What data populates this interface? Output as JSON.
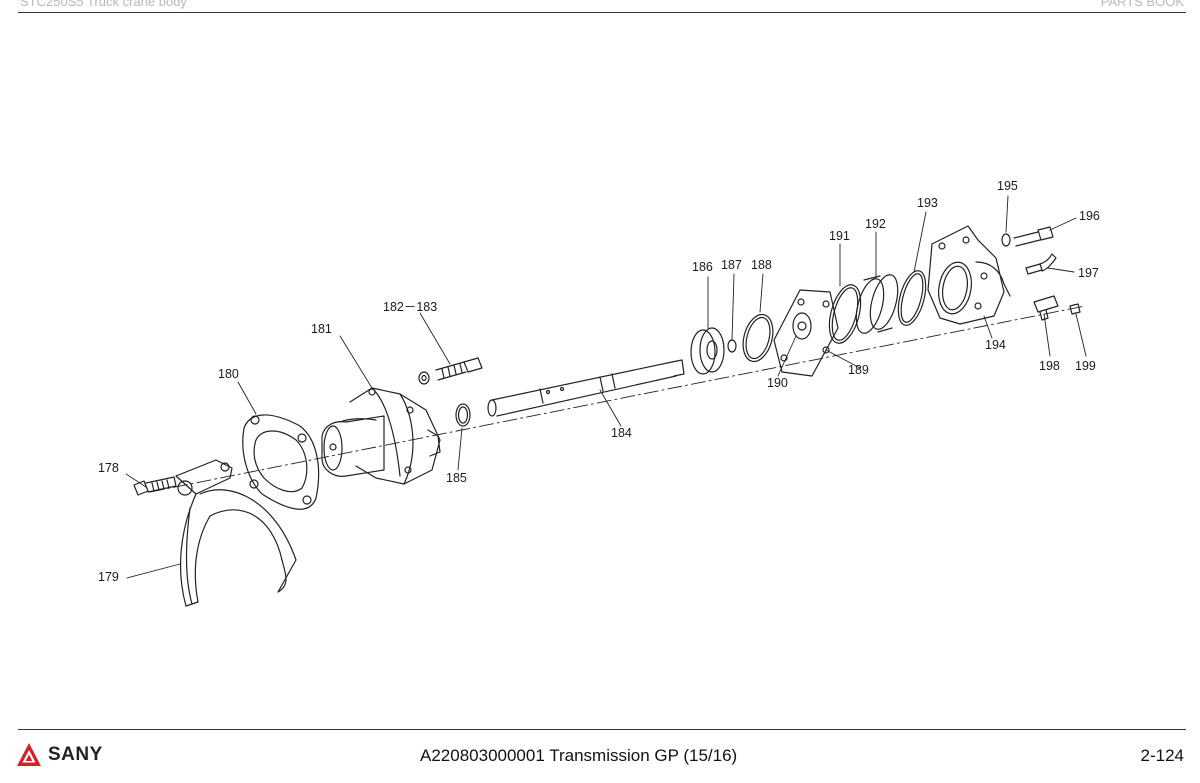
{
  "header": {
    "doc_title": "STC250S5 Truck crane body",
    "book": "PARTS BOOK"
  },
  "callouts": {
    "p178": "178",
    "p179": "179",
    "p180": "180",
    "p181": "181",
    "p182": "182－183",
    "p184": "184",
    "p185": "185",
    "p186": "186",
    "p187": "187",
    "p188": "188",
    "p189": "189",
    "p190": "190",
    "p191": "191",
    "p192": "192",
    "p193": "193",
    "p194": "194",
    "p195": "195",
    "p196": "196",
    "p197": "197",
    "p198": "198",
    "p199": "199"
  },
  "footer": {
    "brand": "SANY",
    "title": "A220803000001 Transmission GP (15/16)",
    "page": "2-124"
  },
  "colors": {
    "logo_red": "#d2232a",
    "line": "#222222"
  }
}
